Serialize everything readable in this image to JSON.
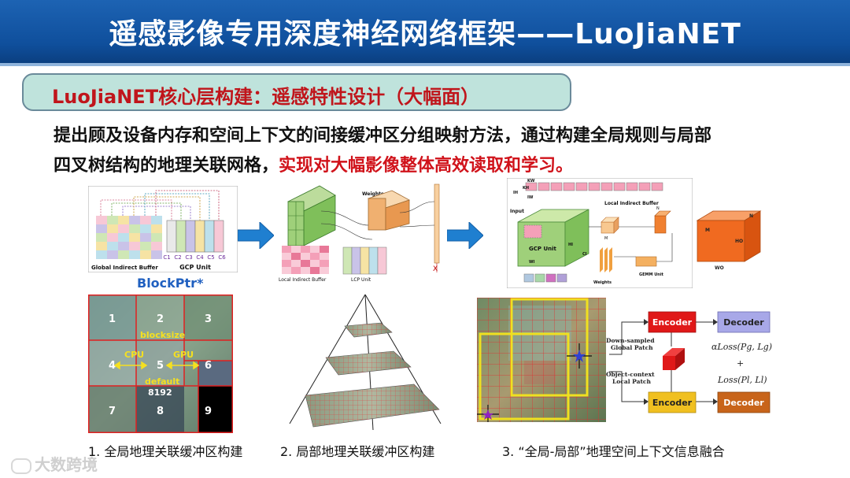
{
  "header": {
    "title": "遥感影像专用深度神经网络框架——LuoJiaNET"
  },
  "section": {
    "title": "LuoJiaNET核心层构建：遥感特性设计（大幅面）"
  },
  "description": {
    "line1": "提出顾及设备内存和空间上下文的间接缓冲区分组映射方法，通过构建全局规则与局部",
    "line2_black": "四叉树结构的地理关联网格，",
    "line2_red": "实现对大幅影像整体高效读取和学习。"
  },
  "diagram1": {
    "global_buffer_label": "Global Indirect Buffer",
    "gcp_unit_label": "GCP Unit",
    "columns": [
      "C1",
      "C2",
      "C3",
      "C4",
      "C5",
      "C6"
    ]
  },
  "diagram2": {
    "weights_label": "Weights",
    "local_buffer_label": "Local Indirect Buffer",
    "lcp_unit_label": "LCP Unit",
    "x_mark": "X"
  },
  "diagram3": {
    "input_label": "Input",
    "iw_label": "IW",
    "kw_label": "KW",
    "kh_label": "KH",
    "ih_label": "IH",
    "hi_label": "HI",
    "wi_label": "WI",
    "ci_label": "CI",
    "gcp_unit_label": "GCP Unit",
    "local_buffer_label": "Local Indirect Buffer",
    "weights_label": "Weights",
    "gemm_label": "GEMM Unit",
    "m_label": "M",
    "n_label": "N",
    "ho_label": "HO",
    "wo_label": "WO"
  },
  "blockptr": {
    "title": "BlockPtr*",
    "cells": [
      "1",
      "2",
      "3",
      "4",
      "5",
      "6",
      "7",
      "8",
      "9"
    ],
    "blocksize": "blocksize",
    "cpu": "CPU",
    "gpu": "GPU",
    "default": "default",
    "default_value": "8192"
  },
  "fusion": {
    "encoder1": "Encoder",
    "decoder1": "Decoder",
    "encoder2": "Encoder",
    "decoder2": "Decoder",
    "downsampled_line1": "Down-sampled",
    "downsampled_line2": "Global Patch",
    "objcontext_line1": "Object-context",
    "objcontext_line2": "Local Patch",
    "loss_global": "αLoss(Pg, Lg)",
    "plus": "+",
    "loss_local": "Loss(Pl, Ll)"
  },
  "captions": {
    "c1": "1. 全局地理关联缓冲区构建",
    "c2": "2. 局部地理关联缓冲区构建",
    "c3": "3. “全局-局部”地理空间上下文信息融合"
  },
  "watermark": "大数跨境"
}
